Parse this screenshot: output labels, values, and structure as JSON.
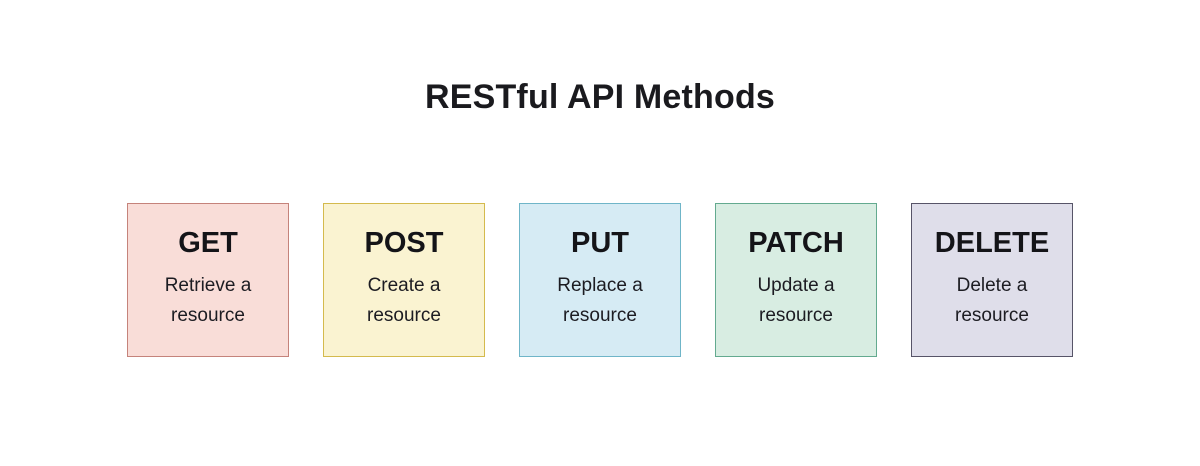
{
  "title": "RESTful API Methods",
  "cards": [
    {
      "method": "GET",
      "description": "Retrieve a resource",
      "bg": "#f9ddd8",
      "border": "#c5837b"
    },
    {
      "method": "POST",
      "description": "Create a resource",
      "bg": "#faf3d1",
      "border": "#d4ba4d"
    },
    {
      "method": "PUT",
      "description": "Replace a resource",
      "bg": "#d6ebf4",
      "border": "#6fb5c8"
    },
    {
      "method": "PATCH",
      "description": "Update a resource",
      "bg": "#d8ede2",
      "border": "#63aa8f"
    },
    {
      "method": "DELETE",
      "description": "Delete a resource",
      "bg": "#dfdeea",
      "border": "#575468"
    }
  ],
  "colors": {
    "page_background": "#ffffff",
    "title_text": "#1a1a1e",
    "card_text": "#1c1c22"
  }
}
